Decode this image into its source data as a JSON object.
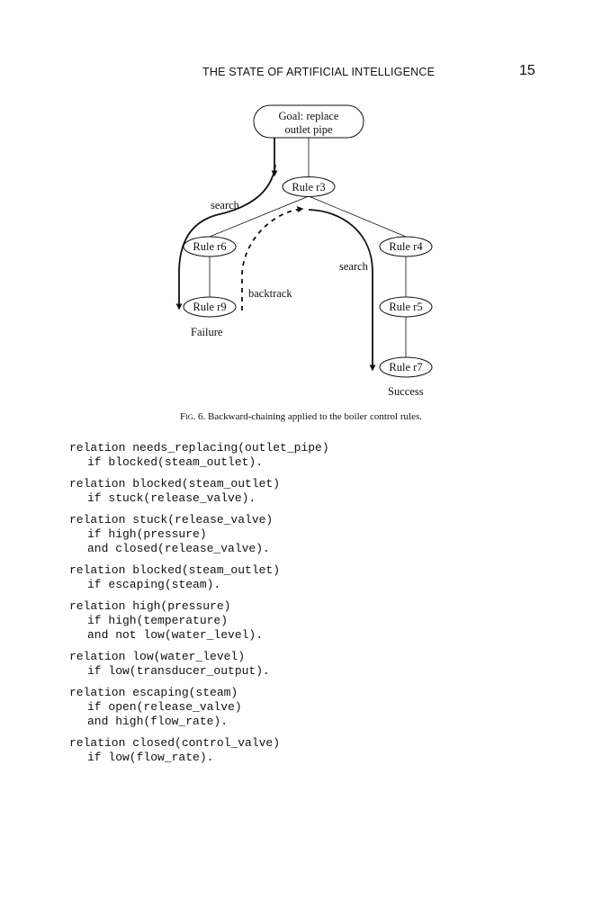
{
  "header": {
    "running_title": "THE STATE OF ARTIFICIAL INTELLIGENCE",
    "page_number": "15"
  },
  "figure": {
    "nodes": {
      "goal_line1": "Goal: replace",
      "goal_line2": "outlet pipe",
      "r3": "Rule r3",
      "r6": "Rule r6",
      "r9": "Rule r9",
      "r4": "Rule r4",
      "r5": "Rule r5",
      "r7": "Rule r7"
    },
    "labels": {
      "search_left": "search",
      "search_right": "search",
      "backtrack": "backtrack",
      "failure": "Failure",
      "success": "Success"
    },
    "caption": {
      "label": "Fig. 6.",
      "text": "Backward-chaining applied to the boiler control rules."
    }
  },
  "code": [
    [
      "relation needs_replacing(outlet_pipe)",
      "if blocked(steam_outlet)."
    ],
    [
      "relation blocked(steam_outlet)",
      "if stuck(release_valve)."
    ],
    [
      "relation stuck(release_valve)",
      "if high(pressure)",
      "and closed(release_valve)."
    ],
    [
      "relation blocked(steam_outlet)",
      "if escaping(steam)."
    ],
    [
      "relation high(pressure)",
      "if high(temperature)",
      "and not low(water_level)."
    ],
    [
      "relation low(water_level)",
      "if low(transducer_output)."
    ],
    [
      "relation escaping(steam)",
      "if open(release_valve)",
      "and high(flow_rate)."
    ],
    [
      "relation closed(control_valve)",
      "if low(flow_rate)."
    ]
  ]
}
